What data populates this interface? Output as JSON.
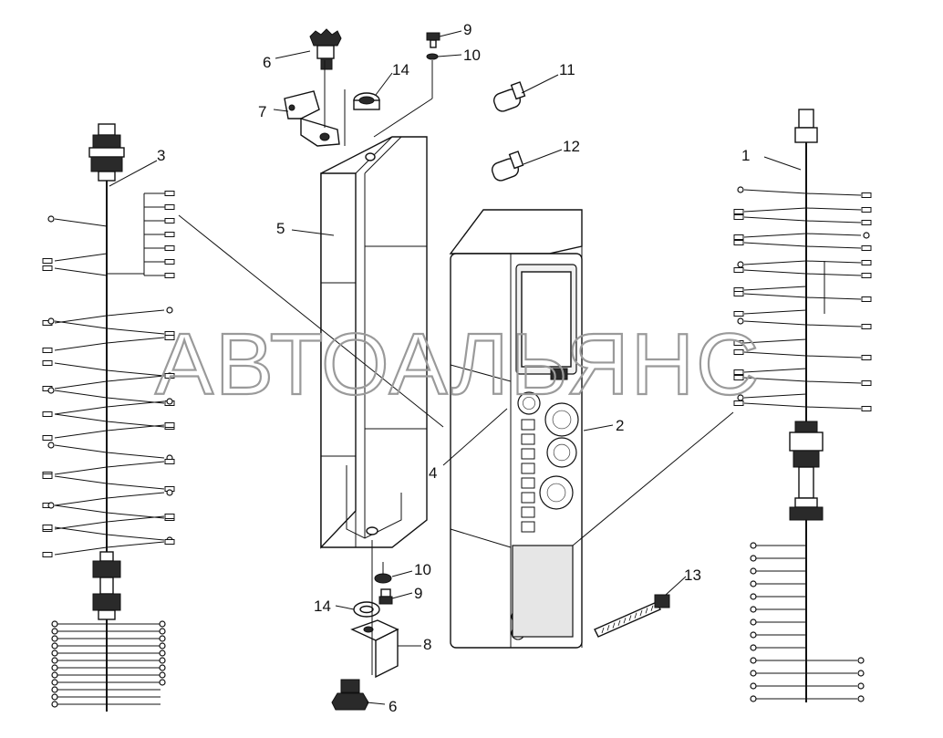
{
  "watermark": "АВТОАЛЬЯНС",
  "callouts": [
    "1",
    "2",
    "3",
    "4",
    "5",
    "6",
    "7",
    "8",
    "9",
    "10",
    "11",
    "12",
    "13",
    "14"
  ]
}
